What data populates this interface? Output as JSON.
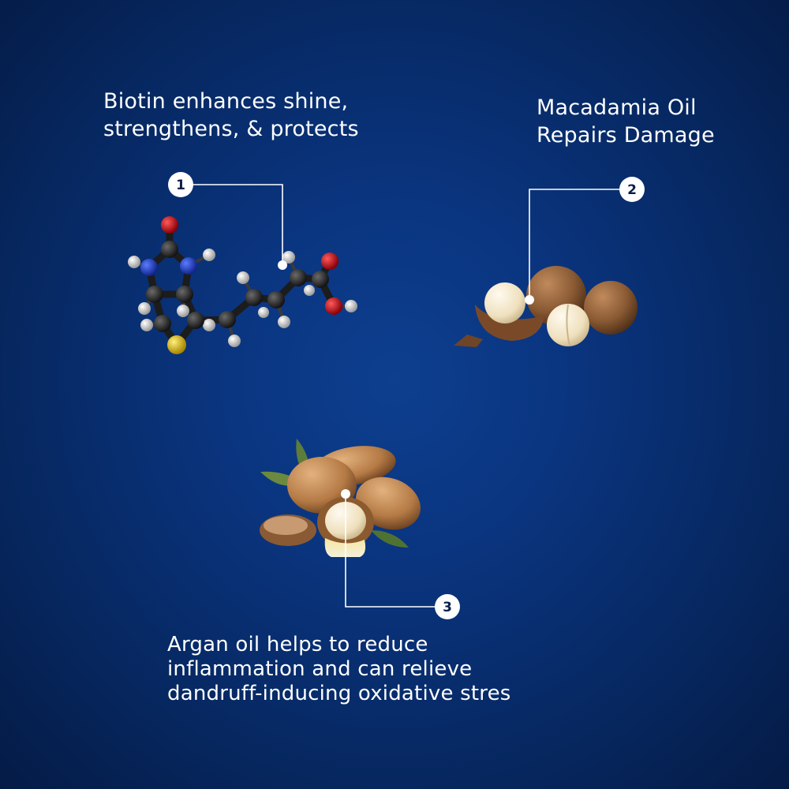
{
  "colors": {
    "background_center": "#0d3f8f",
    "background_edge": "#041b45",
    "text": "#ffffff",
    "badge_text": "#0a1f4a",
    "carbon": "#1f1f1f",
    "hydrogen": "#d8d8d8",
    "oxygen": "#c4121a",
    "nitrogen": "#1d3fc6",
    "sulfur": "#e0b400",
    "nut_brown": "#8a5a34",
    "nut_cream": "#f1e6c8",
    "leaf_green": "#5d7d3a"
  },
  "callouts": [
    {
      "number": "1",
      "subject": "biotin-molecule-icon",
      "lines": [
        "Biotin enhances shine,",
        "strengthens, & protects"
      ]
    },
    {
      "number": "2",
      "subject": "macadamia-nuts-icon",
      "lines": [
        "Macadamia Oil",
        "Repairs Damage"
      ]
    },
    {
      "number": "3",
      "subject": "argan-nuts-icon",
      "lines": [
        "Argan oil helps to reduce",
        "inflammation and can relieve",
        "dandruff-inducing oxidative stres"
      ]
    }
  ]
}
